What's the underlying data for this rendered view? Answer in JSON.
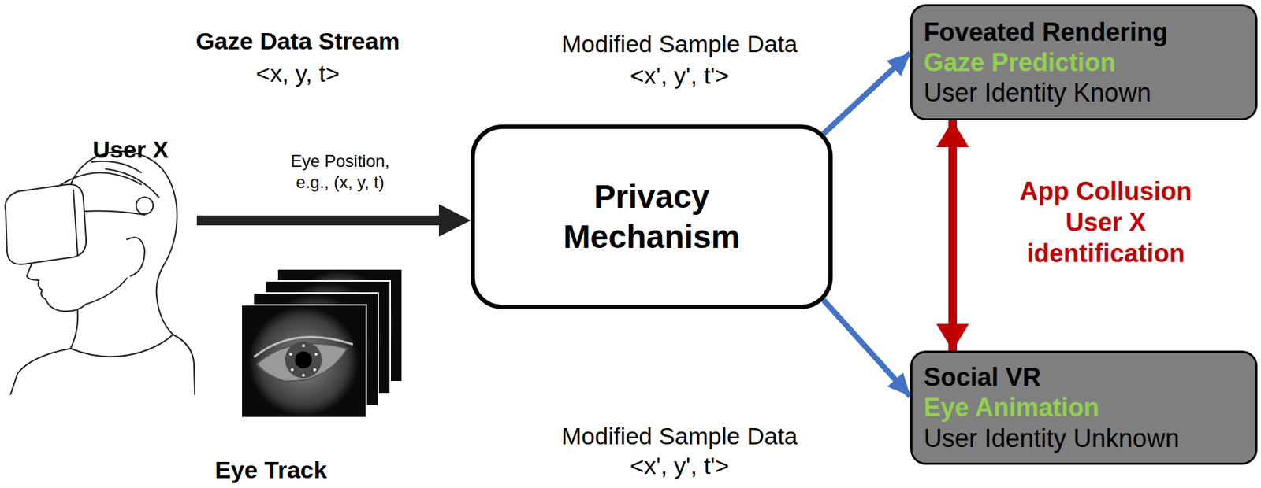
{
  "diagram": {
    "nodes": [
      {
        "text": [
          "Privacy Mechanism"
        ]
      },
      {
        "text": [
          "Foveated Rendering",
          "Gaze Prediction",
          "User Identity Known"
        ]
      },
      {
        "text": [
          "Social VR",
          "Eye Animation",
          "User Identity Unknown"
        ]
      }
    ],
    "edges": [
      {
        "from": 0,
        "to": 1,
        "arrow": "to",
        "label": "Modified Sample Data <x', y', t'>"
      },
      {
        "from": 0,
        "to": 2,
        "arrow": "to",
        "label": "Modified Sample Data <x', y', t'>"
      },
      {
        "from": 1,
        "to": 2,
        "arrow": "both",
        "label": "App Collusion User X identification"
      }
    ],
    "labels": [
      "User X",
      "Gaze Data Stream",
      "<x, y, t>",
      "Eye Position, e.g., (x, y, t)",
      "Eye Track"
    ]
  }
}
